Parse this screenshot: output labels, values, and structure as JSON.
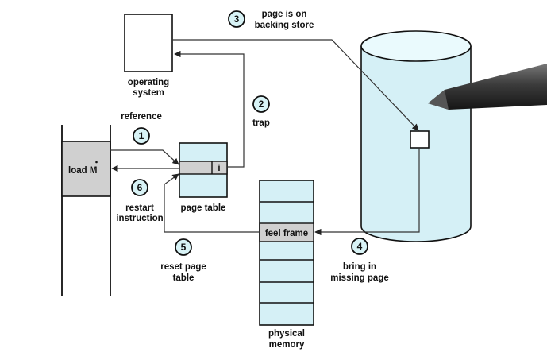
{
  "labels": {
    "operating_system_1": "operating",
    "operating_system_2": "system",
    "reference": "reference",
    "trap": "trap",
    "page_on_store_1": "page is on",
    "page_on_store_2": "backing store",
    "load_m": "load M",
    "page_table": "page table",
    "restart_1": "restart",
    "restart_2": "instruction",
    "reset_1": "reset page",
    "reset_2": "table",
    "free_frame": "feel frame",
    "bring_1": "bring in",
    "bring_2": "missing page",
    "physical_1": "physical",
    "physical_2": "memory",
    "page_table_bit": "i"
  },
  "steps": [
    "1",
    "2",
    "3",
    "4",
    "5",
    "6"
  ],
  "colors": {
    "store_fill": "#d5f0f6",
    "store_top": "#eafafd",
    "memory_fill": "#d5f0f6",
    "gray_fill": "#d0d0d0",
    "step_fill": "#d8f3f6"
  }
}
